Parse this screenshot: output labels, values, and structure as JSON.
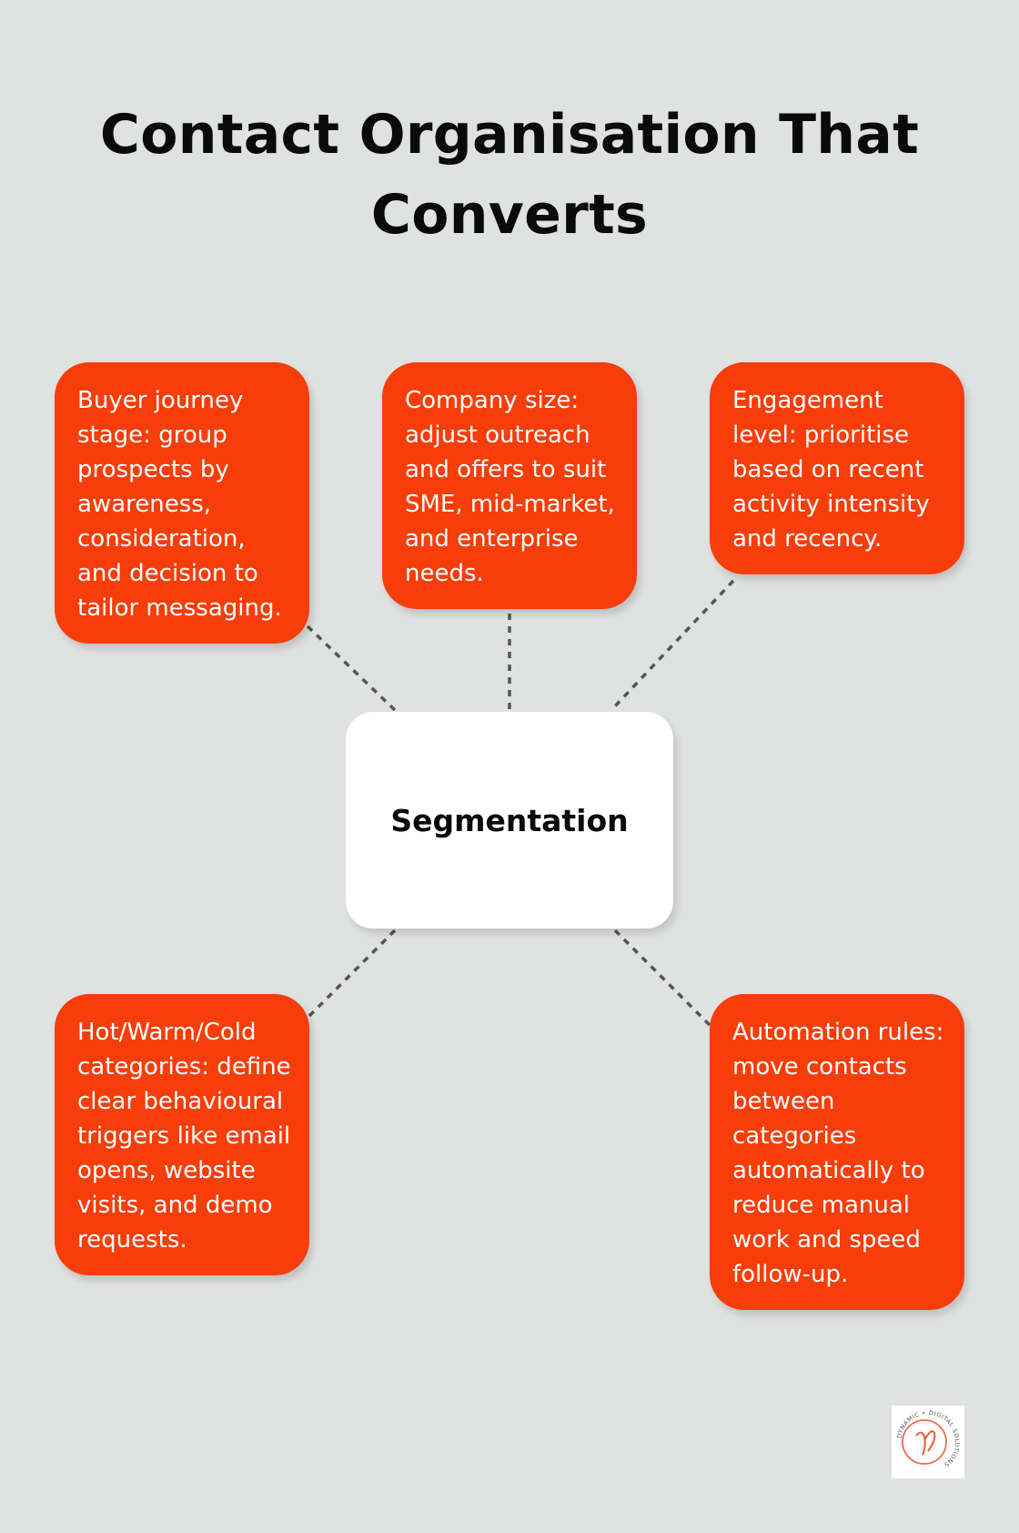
{
  "title": "Contact Organisation That Converts",
  "center_node": {
    "label": "Segmentation"
  },
  "nodes": [
    {
      "text": "Buyer journey stage: group prospects by awareness, consideration, and decision to tailor messaging."
    },
    {
      "text": "Company size: adjust outreach and offers to suit SME, mid-market, and enterprise needs."
    },
    {
      "text": "Engagement level: prioritise based on recent activity intensity and recency."
    },
    {
      "text": "Hot/Warm/Cold categories: define clear behavioural triggers like email opens, website visits, and demo requests."
    },
    {
      "text": "Automation rules: move contacts between categories automatically to reduce manual work and speed follow-up."
    }
  ],
  "colors": {
    "background": "#e0e1e1",
    "node_fill": "#f73d0a",
    "center_fill": "#ffffff",
    "connector": "#555555"
  },
  "logo": {
    "icon": "dynamic-digital-solutions-logo",
    "text": "DYNAMIC • DIGITAL SOLUTIONS"
  }
}
